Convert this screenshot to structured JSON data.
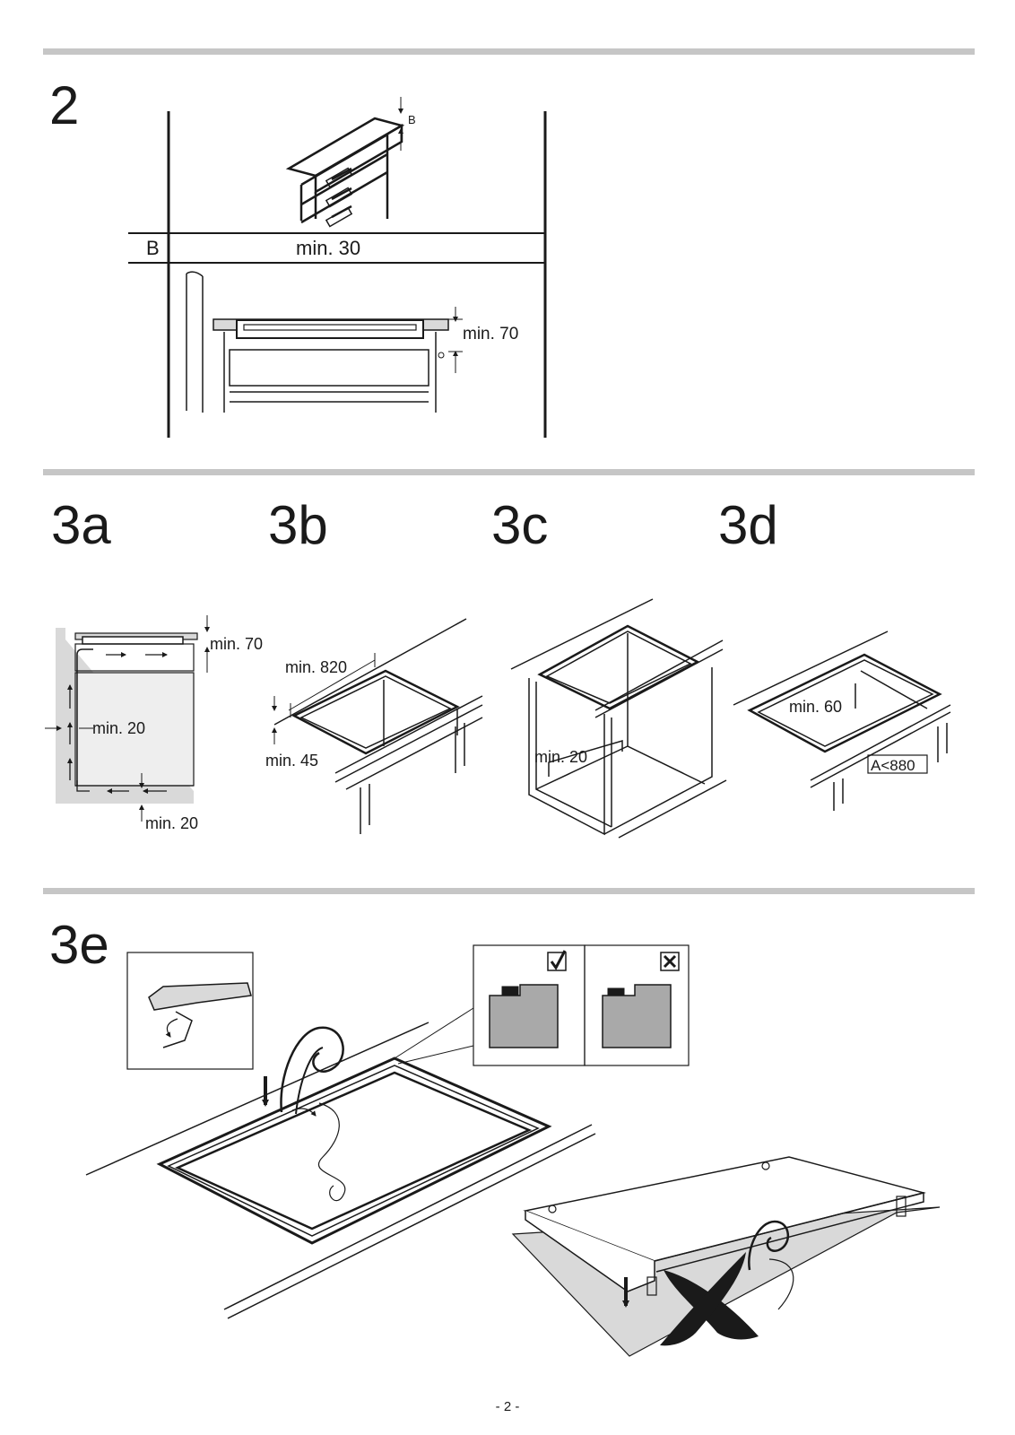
{
  "figures": {
    "fig2": {
      "number": "2",
      "labels": {
        "b_small": "B",
        "b_row": "B",
        "min_30": "min. 30",
        "min_70": "min. 70"
      }
    },
    "fig3a": {
      "number": "3a",
      "labels": {
        "min_70": "min. 70",
        "min_20_side": "min. 20",
        "min_20_bottom": "min. 20"
      }
    },
    "fig3b": {
      "number": "3b",
      "labels": {
        "min_820": "min. 820",
        "min_45": "min. 45"
      }
    },
    "fig3c": {
      "number": "3c",
      "labels": {
        "min_20": "min. 20"
      }
    },
    "fig3d": {
      "number": "3d",
      "labels": {
        "min_60": "min. 60",
        "a_880": "A<880"
      }
    },
    "fig3e": {
      "number": "3e",
      "check_icon": "check-mark-icon",
      "cross_icon": "cross-mark-icon"
    }
  },
  "colors": {
    "rule": "#c6c6c6",
    "line": "#1a1a1a",
    "panel_gray": "#a9a9a9",
    "light_gray": "#d9d9d9"
  },
  "footer": {
    "page_number": "- 2 -"
  }
}
